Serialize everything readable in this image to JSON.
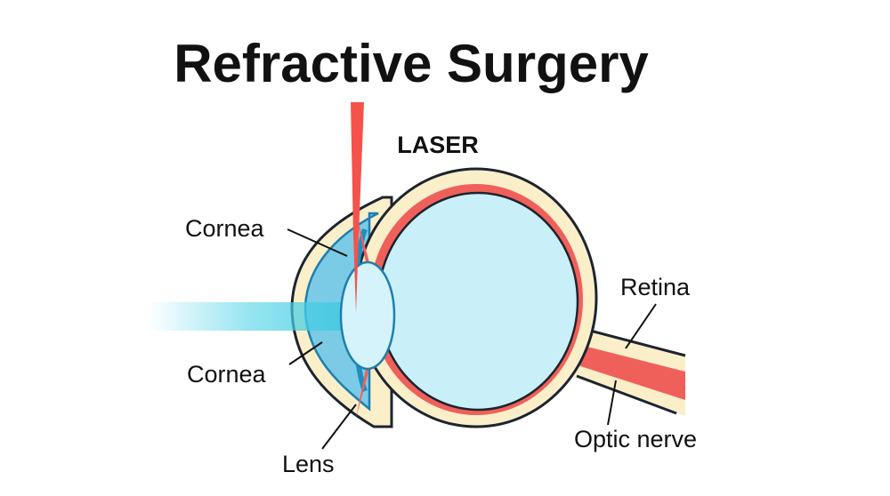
{
  "title": "Refractive Surgery",
  "laser_label": "LASER",
  "labels": {
    "cornea_top": "Cornea",
    "cornea_bottom": "Cornea",
    "lens": "Lens",
    "retina": "Retina",
    "optic_nerve": "Optic nerve"
  },
  "colors": {
    "sclera": "#fbefc9",
    "retina": "#f0605a",
    "vitreous": "#c9f0f8",
    "cornea": "#7ccbe6",
    "outline": "#1d2430",
    "laser": "#f4524b",
    "light_beam": "#4fd3e8"
  }
}
